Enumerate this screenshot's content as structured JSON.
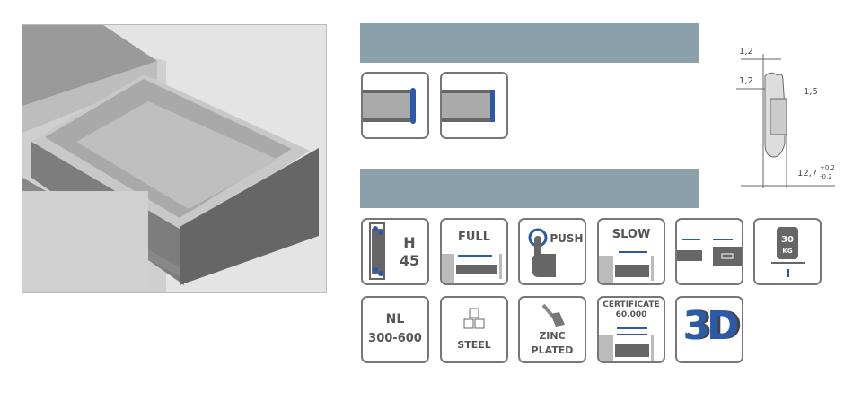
{
  "colors": {
    "bar": "#8aa0ab",
    "accent": "#2b5ba8",
    "tile_border": "#777777"
  },
  "features": [
    {
      "id": "h45",
      "top": "H",
      "bottom": "45"
    },
    {
      "id": "full",
      "label": "FULL"
    },
    {
      "id": "push",
      "label": "PUSH"
    },
    {
      "id": "slow",
      "label": "SLOW"
    },
    {
      "id": "disconnect"
    },
    {
      "id": "load",
      "top": "30",
      "bottom": "KG"
    },
    {
      "id": "nl",
      "top": "NL",
      "bottom": "300-600"
    },
    {
      "id": "steel",
      "label": "STEEL"
    },
    {
      "id": "zinc",
      "top": "ZINC",
      "bottom": "PLATED"
    },
    {
      "id": "cert",
      "top": "CERTIFICATE",
      "bottom": "60.000"
    },
    {
      "id": "3d",
      "label": "3D"
    }
  ],
  "dimensions": {
    "d1": "1,2",
    "d2": "1,2",
    "d3": "1,5",
    "d4": "12,7",
    "tol_plus": "+0,2",
    "tol_minus": "-0,2"
  }
}
